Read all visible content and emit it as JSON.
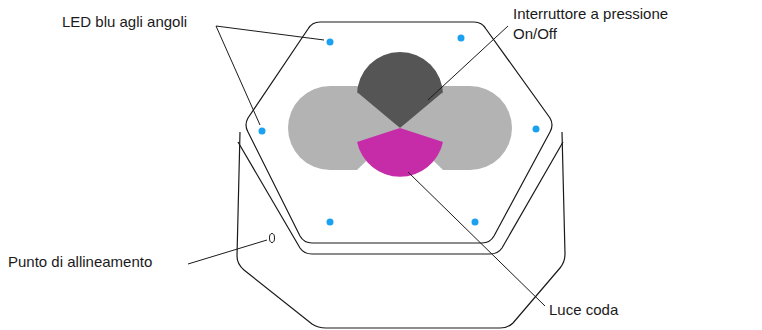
{
  "diagram": {
    "labels": [
      "LED blu agli angoli",
      "Interruttore a pressione On/Off",
      "Punto di allineamento",
      "Luce coda"
    ]
  }
}
